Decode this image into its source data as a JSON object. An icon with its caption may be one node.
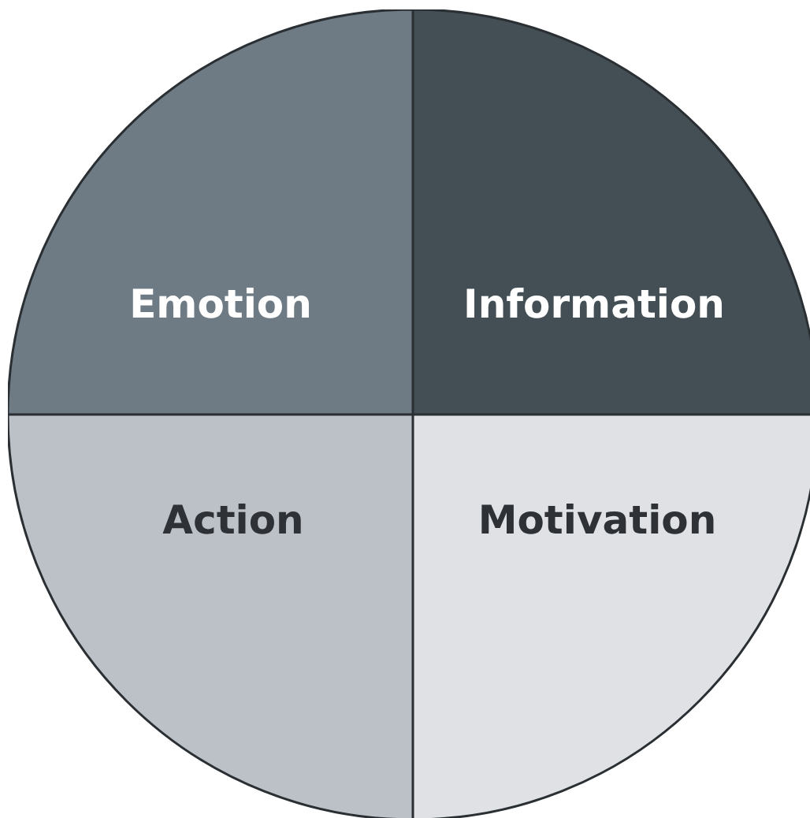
{
  "diagram": {
    "nodes": [
      {
        "text": [
          "Emotion"
        ]
      },
      {
        "text": [
          "Information"
        ]
      },
      {
        "text": [
          "Action"
        ]
      },
      {
        "text": [
          "Motivation"
        ]
      }
    ]
  }
}
